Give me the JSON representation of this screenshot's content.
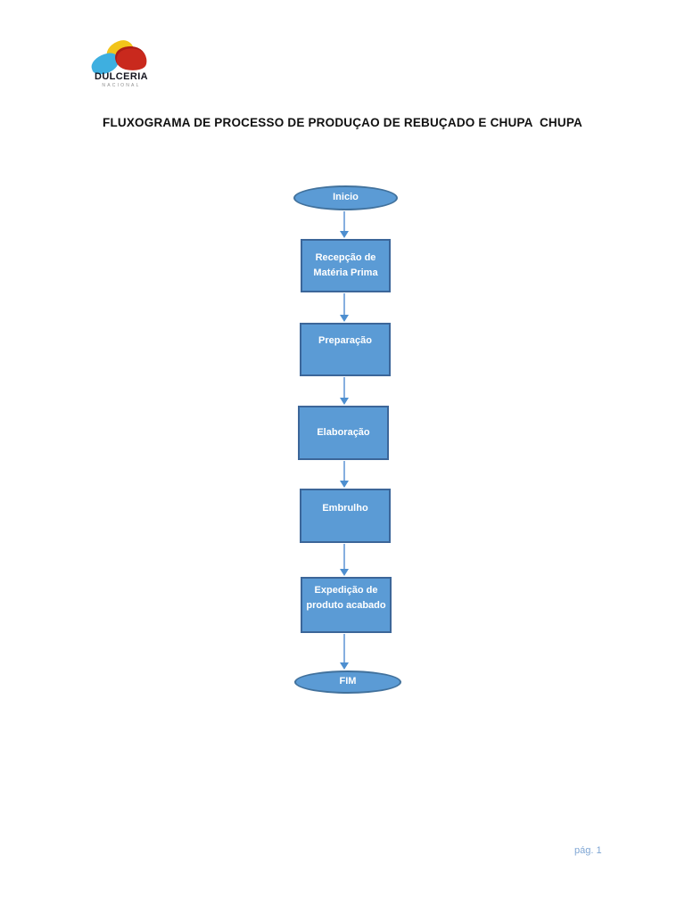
{
  "document": {
    "title": "FLUXOGRAMA DE PROCESSO DE PRODUÇAO DE REBUÇADO E CHUPA  CHUPA",
    "page_number_label": "pág. 1"
  },
  "logo": {
    "brand": "DULCERIA",
    "sub_brand": "NACIONAL",
    "mark": "tri-petal-pinwheel",
    "colors": {
      "petal_yellow": "#F2C41A",
      "petal_red": "#C9291D",
      "petal_blue": "#3EAFE0",
      "brand_text": "#15151F",
      "sub_brand_text": "#8E8E8E"
    }
  },
  "flowchart": {
    "nodes": [
      {
        "id": "start",
        "shape": "terminator",
        "label": "Inicio"
      },
      {
        "id": "recepcao",
        "shape": "process",
        "label": "Recepção de\nMatéria Prima"
      },
      {
        "id": "preparacao",
        "shape": "process",
        "label": "Preparação"
      },
      {
        "id": "elaboracao",
        "shape": "process",
        "label": "Elaboração"
      },
      {
        "id": "embrulho",
        "shape": "process",
        "label": "Embrulho"
      },
      {
        "id": "expedicao",
        "shape": "process",
        "label": "Expedição de\nproduto acabado"
      },
      {
        "id": "end",
        "shape": "terminator",
        "label": "FIM"
      }
    ],
    "connections": [
      "start→recepcao",
      "recepcao→preparacao",
      "preparacao→elaboracao",
      "elaboracao→embrulho",
      "embrulho→expedicao",
      "expedicao→end"
    ],
    "colors": {
      "node_fill": "#5B9BD5",
      "node_border": "#3C6699",
      "terminator_border": "#41719C",
      "node_text": "#FFFFFF",
      "arrow_shaft": "#85AEDF",
      "arrow_head": "#4E8FD0"
    }
  }
}
